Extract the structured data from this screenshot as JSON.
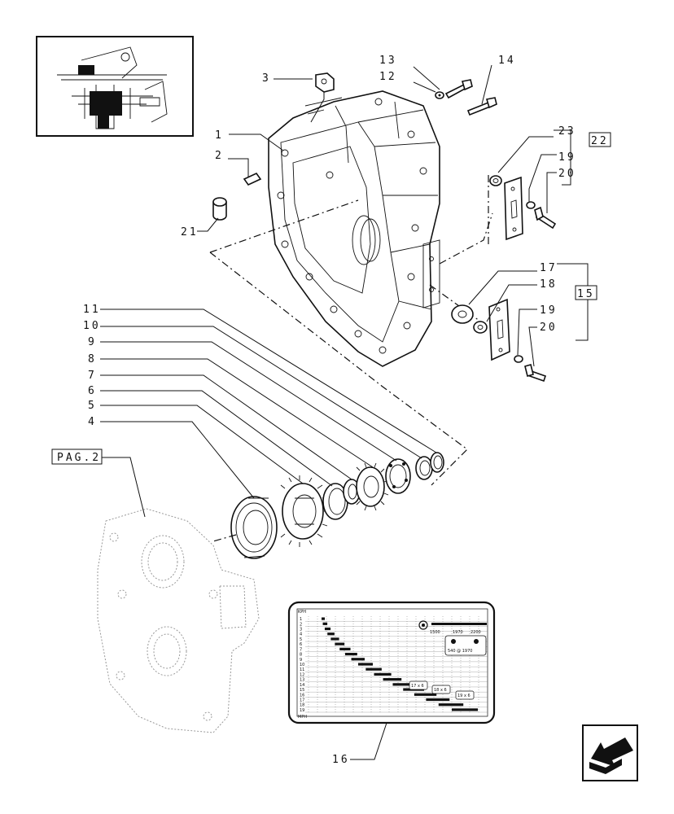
{
  "callouts": {
    "c1": "1",
    "c2": "2",
    "c3": "3",
    "c4": "4",
    "c5": "5",
    "c6": "6",
    "c7": "7",
    "c8": "8",
    "c9": "9",
    "c10": "10",
    "c11": "11",
    "c12": "12",
    "c13": "13",
    "c14": "14",
    "c15": "15",
    "c16": "16",
    "c17": "17",
    "c18": "18",
    "c19a": "19",
    "c19b": "19",
    "c20a": "20",
    "c20b": "20",
    "c21": "21",
    "c22": "22",
    "c23": "23"
  },
  "reference_box": "PAG.2",
  "decal": {
    "col_header_label": "KPH",
    "col_footer_label": "MPH",
    "row_numbers": [
      "1",
      "2",
      "3",
      "4",
      "5",
      "6",
      "7",
      "8",
      "9",
      "10",
      "11",
      "12",
      "13",
      "14",
      "15",
      "16",
      "17",
      "18",
      "19"
    ],
    "tire_sizes": [
      "17 x 6",
      "18 x 6",
      "19 x 6"
    ],
    "speeds": [
      "1500",
      "1970",
      "2200"
    ],
    "pto_label": "540 @ 1970"
  },
  "colors": {
    "line": "#111111",
    "ghost": "#999999",
    "background": "#ffffff"
  },
  "icons": {
    "overview_thumbnail": "transmission-overview-icon",
    "nav_arrow": "next-page-arrow-icon"
  }
}
